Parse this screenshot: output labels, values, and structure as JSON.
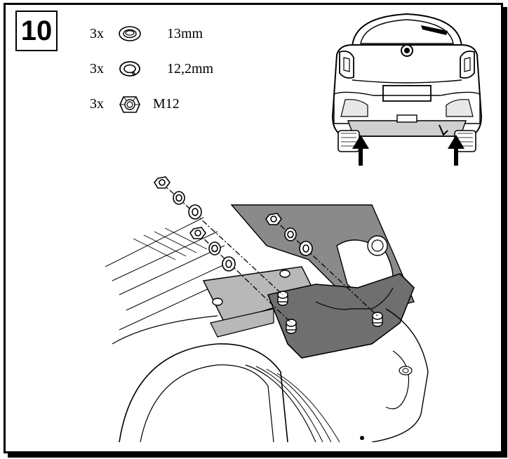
{
  "step": {
    "number": "10"
  },
  "parts": [
    {
      "qty": "3x",
      "icon": "washer-icon",
      "size": "13mm"
    },
    {
      "qty": "3x",
      "icon": "spring-washer-icon",
      "size": "12,2mm"
    },
    {
      "qty": "3x",
      "icon": "hex-nut-icon",
      "size": "M12"
    }
  ],
  "illustration": {
    "overview": "car-rear-icon",
    "detail": "tow-bracket-assembly-icon"
  },
  "colors": {
    "ink": "#000000",
    "bracket": "#6f6f6f",
    "bumper_shade": "#cfcfcf"
  }
}
